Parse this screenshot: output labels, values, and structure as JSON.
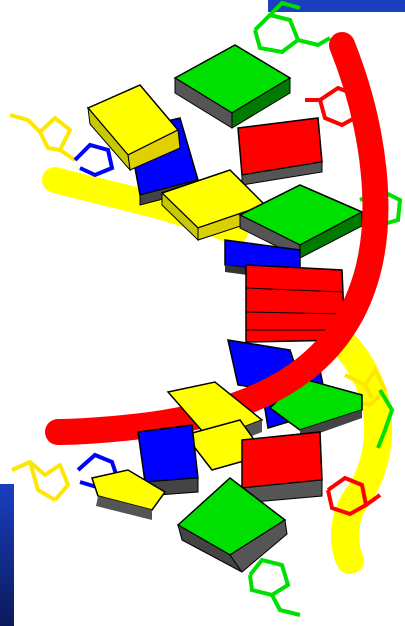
{
  "image": {
    "subject": "dna-ladder-cartoon",
    "colors": {
      "background": "#ffffff",
      "red": "#ff0000",
      "green": "#00e000",
      "blue": "#0000ff",
      "yellow": "#ffff00",
      "shadow": "#555555",
      "outline": "#000000",
      "frame_blue": "#1a3fbf",
      "frame_navy": "#0a1a5c"
    },
    "icons": [
      "base-block",
      "sugar-ring",
      "backbone-strand",
      "corner-frame"
    ]
  }
}
